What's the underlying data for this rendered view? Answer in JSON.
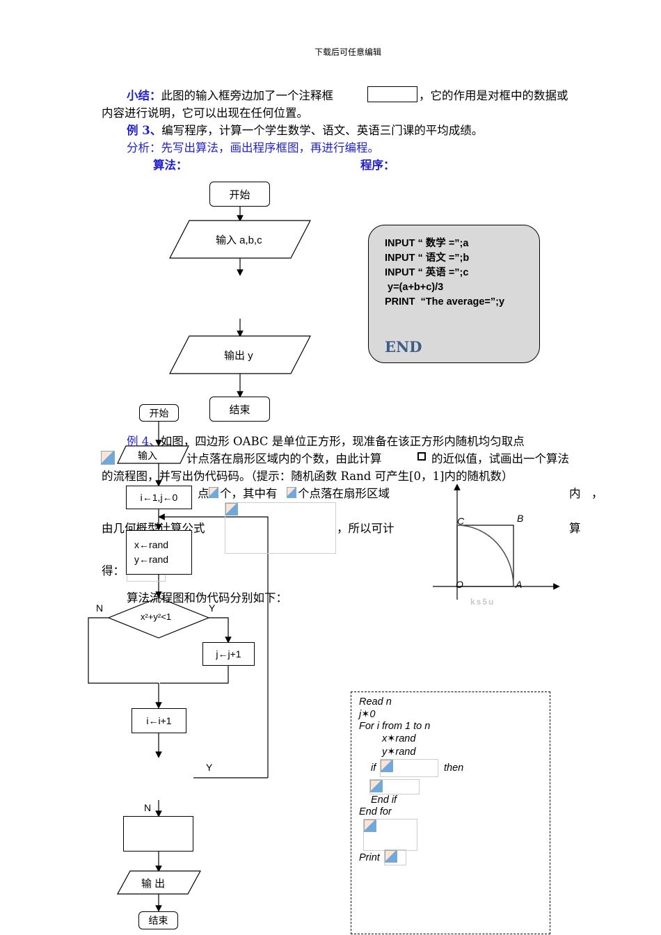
{
  "header": {
    "text": "下载后可任意编辑"
  },
  "summary": {
    "label": "小结：",
    "text1": "此图的输入框旁边加了一个注释框",
    "text2": "，它的作用是对框中的数据或",
    "text3": "内容进行说明，它可以出现在任何位置。"
  },
  "example3": {
    "label": "例 3、",
    "text": "编写程序，计算一个学生数学、语文、英语三门课的平均成绩。",
    "analysis": "分析：先写出算法，画出程序框图，再进行编程。",
    "algo_label": "算法：",
    "prog_label": "程序："
  },
  "flow1": {
    "start": "开始",
    "input": "输入 a,b,c",
    "output": "输出 y",
    "end": "结束"
  },
  "program": {
    "lines": [
      "INPUT “ 数学 =”;a",
      "INPUT “ 语文 =”;b",
      "INPUT “ 英语 =”;c",
      " y=(a+b+c)/3",
      "PRINT  “The average=”;y"
    ],
    "end": "END"
  },
  "example4": {
    "label": "例 4、",
    "line1": "如图，四边形 OABC 是单位正方形，现准备在该正方形内随机均匀取点",
    "line2": "计点落在扇形区域内的个数，由此计算",
    "line2b": "的近似值，试画出一个算法",
    "line3": "的流程图，并写出伪代码码。（提示：随机函数 Rand 可产生[0，1]内的随机数）",
    "line4a": "点",
    "line4b": "个，其中有",
    "line4c": "个点落在扇形区域",
    "line4d": "内",
    "line4e": "，",
    "line5a": "由几何概型计算公式",
    "line5b": "，所以可计",
    "line5c": "算",
    "line6": "得：",
    "line7": "算法流程图和伪代码分别如下："
  },
  "flow2": {
    "start": "开始",
    "input": "输入",
    "init": "i←1,j←0",
    "rand": [
      "x←rand",
      "y←rand"
    ],
    "cond": "x²+y²<1",
    "yes": "Y",
    "no": "N",
    "inc_j": "j←j+1",
    "inc_i": "i←i+1",
    "loop_yes": "Y",
    "loop_no": "N",
    "output": "输 出",
    "end": "结束"
  },
  "figure": {
    "labels": {
      "B": "B",
      "C": "C",
      "O": "O",
      "A": "A"
    },
    "watermark": "ks5u"
  },
  "pseudocode": {
    "read": "Read  n",
    "j0": "j✶0",
    "for": "For i from 1 to n",
    "x": "x✶rand",
    "y": "y✶rand",
    "if": "if",
    "then": "then",
    "endif": "End if",
    "endfor": "End for",
    "print": "Print"
  }
}
